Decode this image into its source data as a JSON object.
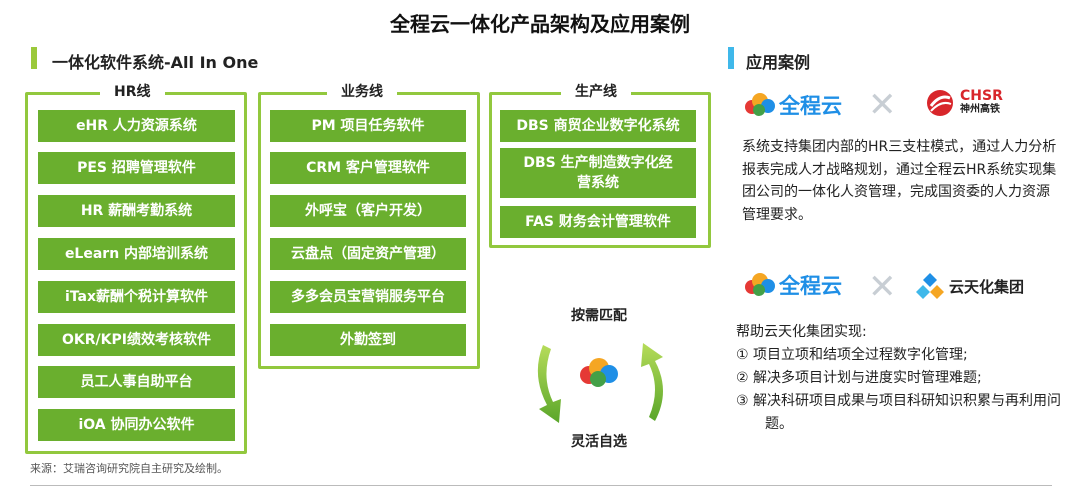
{
  "title": "全程云一体化产品架构及应用案例",
  "left_section": {
    "title": "一体化软件系统-All In One",
    "columns": [
      {
        "label": "HR线",
        "items": [
          "eHR 人力资源系统",
          "PES 招聘管理软件",
          "HR 薪酬考勤系统",
          "eLearn 内部培训系统",
          "iTax薪酬个税计算软件",
          "OKR/KPI绩效考核软件",
          "员工人事自助平台",
          "iOA 协同办公软件"
        ]
      },
      {
        "label": "业务线",
        "items": [
          "PM 项目任务软件",
          "CRM 客户管理软件",
          "外呼宝（客户开发）",
          "云盘点（固定资产管理）",
          "多多会员宝营销服务平台",
          "外勤签到"
        ]
      },
      {
        "label": "生产线",
        "items": [
          "DBS 商贸企业数字化系统",
          "DBS 生产制造数字化经营系统",
          "FAS 财务会计管理软件"
        ]
      }
    ],
    "cycle": {
      "top": "按需匹配",
      "bottom": "灵活自选"
    }
  },
  "right_section": {
    "title": "应用案例",
    "case1": {
      "brand": "全程云",
      "partner_top": "CHSR",
      "partner_bottom": "神州高铁",
      "text": "系统支持集团内部的HR三支柱模式，通过人力分析报表完成人才战略规划，通过全程云HR系统实现集团公司的一体化人资管理，完成国资委的人力资源管理要求。"
    },
    "case2": {
      "brand": "全程云",
      "partner": "云天化集团",
      "intro": "帮助云天化集团实现:",
      "items": [
        "① 项目立项和结项全过程数字化管理;",
        "② 解决多项目计划与进度实时管理难题;",
        "③ 解决科研项目成果与项目科研知识积累与再利用问题。"
      ]
    }
  },
  "source": "来源：艾瑞咨询研究院自主研究及绘制。",
  "colors": {
    "green_bar": "#9bc93b",
    "green_button": "#6aaf2e",
    "green_border": "#92c83e",
    "blue_bar": "#3fb8ea",
    "brand_blue": "#1f8fe6",
    "red_logo": "#d8262b"
  }
}
